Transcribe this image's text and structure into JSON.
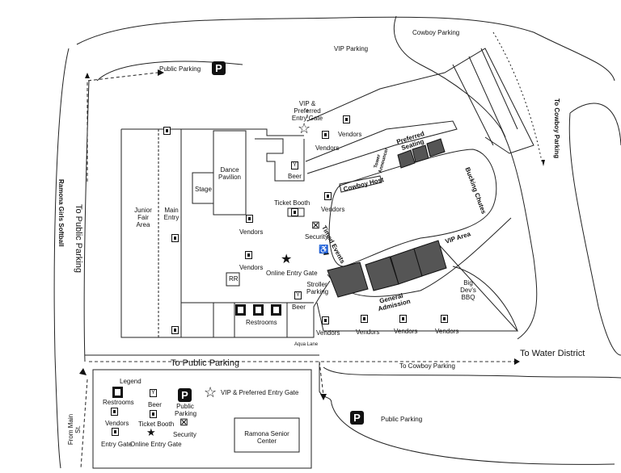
{
  "labels": {
    "public_parking_top": "Public Parking",
    "vip_parking": "VIP Parking",
    "cowboy_parking": "Cowboy Parking",
    "to_cowboy_parking_diag": "To Cowboy Parking",
    "vip_entry_gate": "VIP & Preferred Entry Gate",
    "vendors": "Vendors",
    "preferred_seating": "Preferred Seating",
    "beer": "Beer",
    "tower_announcer": "Tower Announcer",
    "cowboy_host": "Cowboy Host",
    "bucking_chutes": "Bucking Chutes",
    "dance_pavilion": "Dance Pavilion",
    "stage": "Stage",
    "junior_fair_area": "Junior Fair Area",
    "main_entry": "Main Entry",
    "ticket_booth": "Ticket Booth",
    "security": "Security",
    "timed_events": "Timed Events",
    "vip_area": "VIP Area",
    "rr": "RR",
    "online_entry_gate": "Online Entry Gate",
    "stroller_parking": "Stroller Parking",
    "general_admission": "General Admission",
    "big_devs_bbq": "Big Dev's BBQ",
    "restrooms": "Restrooms",
    "aqua_lane": "Aqua Lane",
    "to_water_district": "To Water District",
    "to_public_parking_left": "To Public Parking",
    "to_public_parking_bottom": "To Public Parking",
    "ramona_girls_softball": "Ramona Girls Softball",
    "to_cowboy_parking_bottom": "To Cowboy Parking",
    "public_parking_bottom": "Public Parking",
    "ramona_senior_center": "Ramona Senior Center",
    "from_main_st": "From Main St."
  },
  "legend": {
    "title": "Legend",
    "restrooms": "Restrooms",
    "beer": "Beer",
    "public_parking": "Public Parking",
    "vip_gate": "VIP & Preferred Entry Gate",
    "vendors": "Vendors",
    "ticket_booth": "Ticket Booth",
    "security": "Security",
    "entry_gate": "Entry Gate",
    "online_entry_gate": "Online Entry Gate"
  },
  "icons": {
    "parking": "P",
    "beer": "Y",
    "star": "☆",
    "star_filled": "★",
    "security": "⊠",
    "accessible": "♿"
  }
}
